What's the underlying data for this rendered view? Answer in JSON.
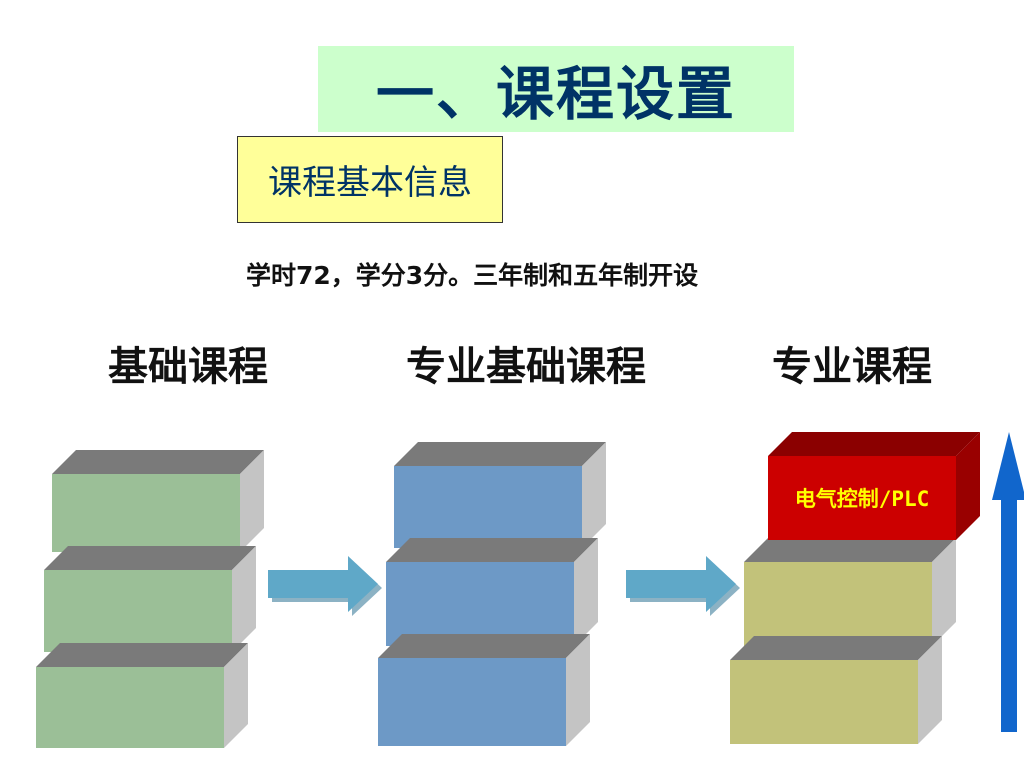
{
  "title": "一、课程设置",
  "info_box": {
    "label": "课程基本信息"
  },
  "description": "学时72，学分3分。三年制和五年制开设",
  "categories": {
    "basic": "基础课程",
    "professional_basic": "专业基础课程",
    "professional": "专业课程"
  },
  "top_block_label": "电气控制/PLC",
  "colors": {
    "title_bg": "#ccffcc",
    "title_text": "#003366",
    "info_bg": "#ffff99",
    "green_block": "#9bbf97",
    "blue_block": "#6d99c6",
    "olive_block": "#c2c27a",
    "red_block": "#cc0000",
    "red_label": "#ffff00",
    "block_top": "#7a7a7a",
    "block_side": "#c4c4c4",
    "flow_arrow": "#5fa8c8",
    "up_arrow": "#1166cc"
  }
}
